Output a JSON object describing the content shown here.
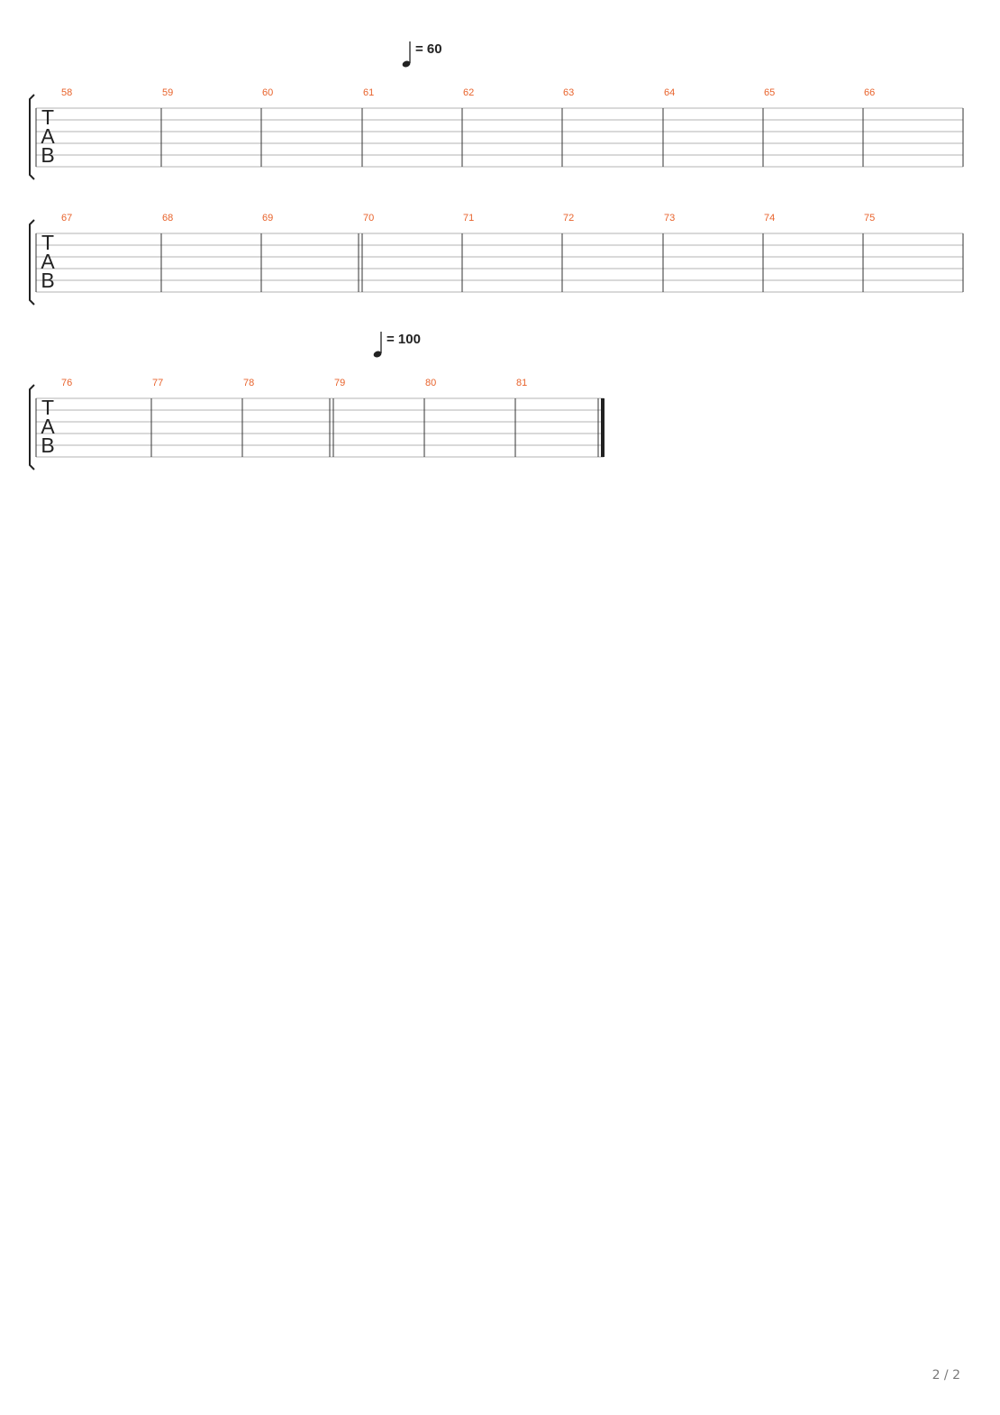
{
  "document": {
    "page_number": "2 / 2",
    "tab_clef": [
      "T",
      "A",
      "B"
    ],
    "colors": {
      "bar_number": "#e8632c",
      "staff_line": "#b3b3b3",
      "barline": "#333333",
      "ink": "#222222",
      "page_number": "#7a7a7a"
    }
  },
  "systems": [
    {
      "tempo": {
        "label": "= 60",
        "bar": "61"
      },
      "bars": [
        "58",
        "59",
        "60",
        "61",
        "62",
        "63",
        "64",
        "65",
        "66"
      ],
      "double_barline_before": null,
      "final_barline": false
    },
    {
      "tempo": null,
      "bars": [
        "67",
        "68",
        "69",
        "70",
        "71",
        "72",
        "73",
        "74",
        "75"
      ],
      "double_barline_before": "70",
      "final_barline": false
    },
    {
      "tempo": {
        "label": "= 100",
        "bar": "79"
      },
      "bars": [
        "76",
        "77",
        "78",
        "79",
        "80",
        "81"
      ],
      "double_barline_before": "79",
      "final_barline": true
    }
  ]
}
